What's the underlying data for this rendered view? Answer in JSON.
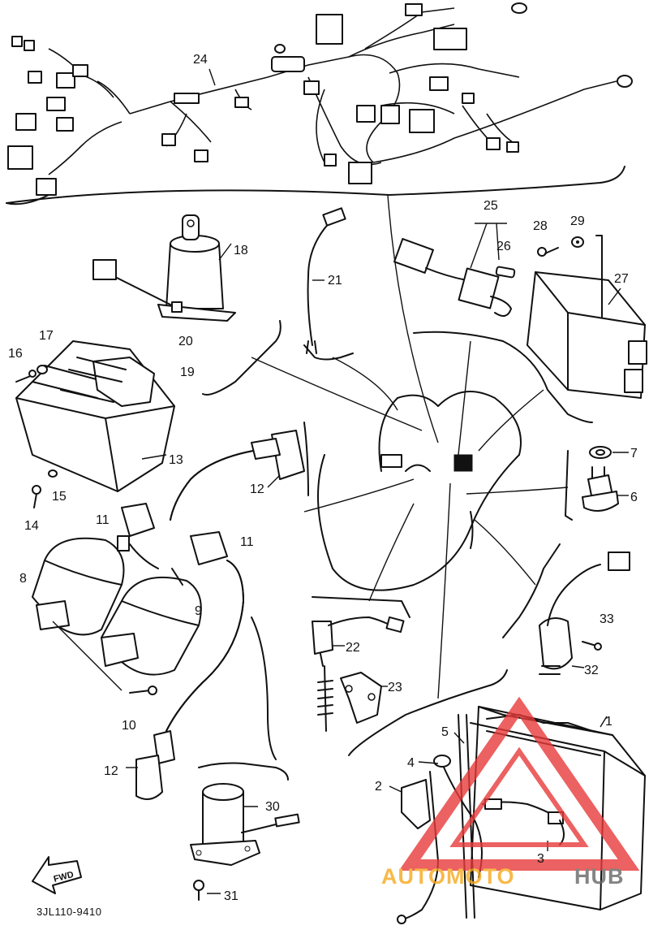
{
  "diagram": {
    "drawing_number": "3JL110-9410",
    "direction_label": "FWD",
    "watermark": {
      "part1": "AUTOMOTO",
      "part2": "HUB",
      "color1": "#f7a81b",
      "color2": "#666666",
      "triangle_color": "#e83a3a"
    },
    "callouts": [
      {
        "id": "c1",
        "label": "1"
      },
      {
        "id": "c2",
        "label": "2"
      },
      {
        "id": "c3",
        "label": "3"
      },
      {
        "id": "c4",
        "label": "4"
      },
      {
        "id": "c5",
        "label": "5"
      },
      {
        "id": "c6",
        "label": "6"
      },
      {
        "id": "c7",
        "label": "7"
      },
      {
        "id": "c8",
        "label": "8"
      },
      {
        "id": "c9",
        "label": "9"
      },
      {
        "id": "c10",
        "label": "10"
      },
      {
        "id": "c11a",
        "label": "11"
      },
      {
        "id": "c11b",
        "label": "11"
      },
      {
        "id": "c12a",
        "label": "12"
      },
      {
        "id": "c12b",
        "label": "12"
      },
      {
        "id": "c13",
        "label": "13"
      },
      {
        "id": "c14",
        "label": "14"
      },
      {
        "id": "c15",
        "label": "15"
      },
      {
        "id": "c16",
        "label": "16"
      },
      {
        "id": "c17",
        "label": "17"
      },
      {
        "id": "c18",
        "label": "18"
      },
      {
        "id": "c19",
        "label": "19"
      },
      {
        "id": "c20",
        "label": "20"
      },
      {
        "id": "c21",
        "label": "21"
      },
      {
        "id": "c22",
        "label": "22"
      },
      {
        "id": "c23",
        "label": "23"
      },
      {
        "id": "c24",
        "label": "24"
      },
      {
        "id": "c25",
        "label": "25"
      },
      {
        "id": "c26",
        "label": "26"
      },
      {
        "id": "c27",
        "label": "27"
      },
      {
        "id": "c28",
        "label": "28"
      },
      {
        "id": "c29",
        "label": "29"
      },
      {
        "id": "c30",
        "label": "30"
      },
      {
        "id": "c31",
        "label": "31"
      },
      {
        "id": "c32",
        "label": "32"
      },
      {
        "id": "c33",
        "label": "33"
      }
    ]
  }
}
